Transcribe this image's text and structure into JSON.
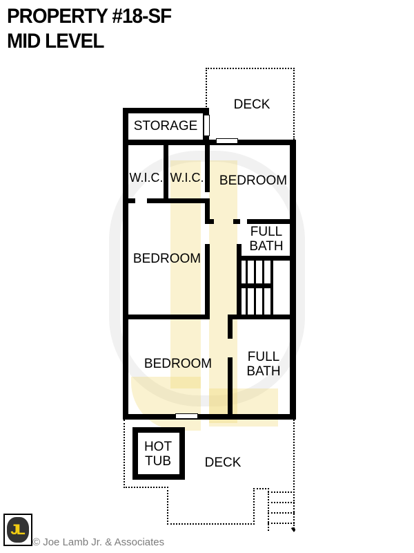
{
  "title": {
    "line1": "PROPERTY #18-SF",
    "line2": "MID LEVEL"
  },
  "rooms": {
    "deck_top": "DECK",
    "storage": "STORAGE",
    "wic_left": "W.I.C.",
    "wic_right": "W.I.C.",
    "bedroom_top": "BEDROOM",
    "full_bath_upper": [
      "FULL",
      "BATH"
    ],
    "bedroom_mid": "BEDROOM",
    "bedroom_bottom": "BEDROOM",
    "full_bath_lower": [
      "FULL",
      "BATH"
    ],
    "hot_tub": [
      "HOT",
      "TUB"
    ],
    "deck_bottom": "DECK"
  },
  "branding": {
    "logo_monogram": "JL",
    "copyright": "© Joe Lamb Jr. & Associates"
  },
  "colors": {
    "wall_black": "#000000",
    "logo_yellow": "#f2cd13",
    "logo_dark": "#333333",
    "copyright_gray": "#7c7c7c",
    "watermark_cream": "#faf4dc"
  }
}
